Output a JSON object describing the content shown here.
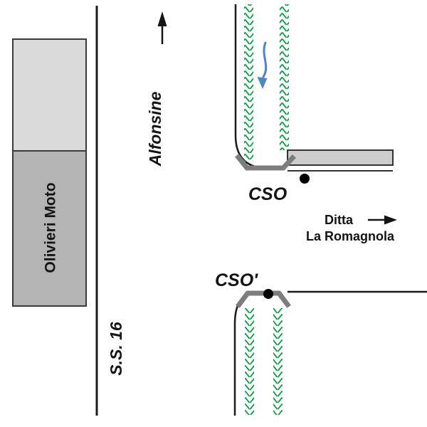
{
  "figure": {
    "labels": {
      "building": "Olivieri Moto",
      "highway": "S.S. 16",
      "town_direction": "Alfonsine",
      "section_point": "CSO",
      "section_point_prime": "CSO'",
      "company_line1": "Ditta",
      "company_line2": "La Romagnola"
    },
    "icons": {
      "town_arrow": "up-arrow",
      "company_arrow": "right-arrow",
      "flow_arrow": "curved-down-arrow",
      "section_markers": "filled-circle"
    },
    "colors": {
      "canal_hatch_green": "#00a040",
      "flow_arrow_blue": "#4d86c4",
      "building_upper_fill": "#dadada",
      "building_lower_fill": "#b4b4b4",
      "access_road_fill": "#cccccc",
      "culvert_gray": "#7d7d7d",
      "ink": "#1a1a1a"
    }
  }
}
